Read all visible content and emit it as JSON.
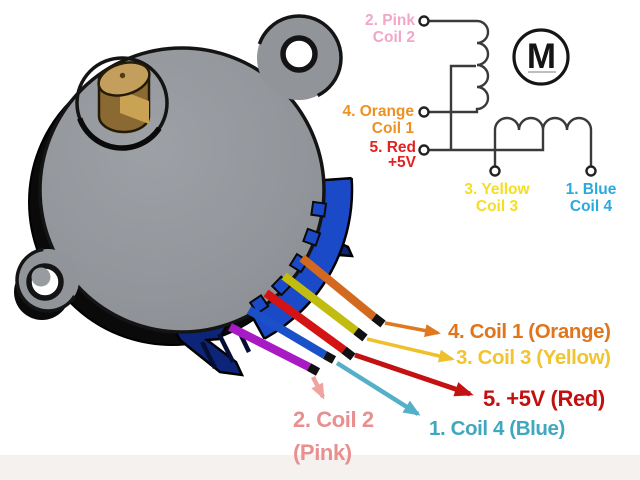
{
  "page": {
    "background": "#FFFFFF",
    "footer_strip_color": "#F4F1EE",
    "line_color": "#3A3A3A"
  },
  "schematic": {
    "motor_symbol": "M",
    "terminals": {
      "pink": {
        "line1": "2. Pink",
        "line2": "Coil 2",
        "color": "#F2A6C8"
      },
      "orange": {
        "line1": "4. Orange",
        "line2": "Coil 1",
        "color": "#EE9122"
      },
      "red": {
        "line1": "5. Red",
        "line2": "+5V",
        "color": "#E02222"
      },
      "yellow": {
        "line1": "3. Yellow",
        "line2": "Coil 3",
        "color": "#F5DE20"
      },
      "blue": {
        "line1": "1. Blue",
        "line2": "Coil 4",
        "color": "#2AA9DF"
      }
    }
  },
  "callouts": {
    "orange": {
      "text": "4. Coil 1 (Orange)",
      "color": "#E0751C"
    },
    "yellow": {
      "text": "3. Coil 3 (Yellow)",
      "color": "#F2C42E"
    },
    "red": {
      "text": "5. +5V (Red)",
      "color": "#C11010"
    },
    "blue": {
      "text": "1. Coil 4 (Blue)",
      "color": "#3FA8BE"
    },
    "pink": {
      "line1": "2. Coil 2",
      "line2": "(Pink)",
      "color": "#E88F90"
    }
  },
  "motor": {
    "body_color": "#91959A",
    "connector_color": "#1B4AC8",
    "shaft_color": "#C49E5C",
    "wires": [
      {
        "name": "orange",
        "color": "#D2691E"
      },
      {
        "name": "yellow",
        "color": "#C2BC10"
      },
      {
        "name": "red",
        "color": "#D41414"
      },
      {
        "name": "blue",
        "color": "#1A50C8"
      },
      {
        "name": "pink",
        "color": "#A81AC4"
      }
    ]
  }
}
